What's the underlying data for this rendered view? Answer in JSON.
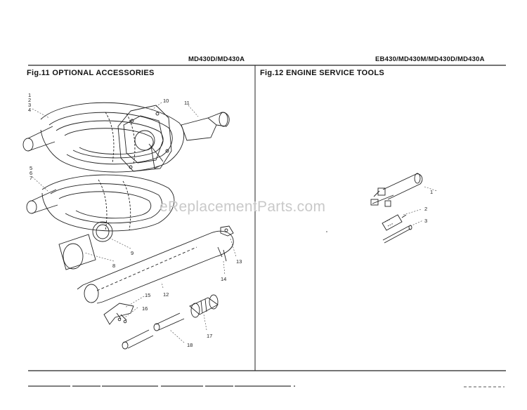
{
  "header": {
    "left_model": "MD430D/MD430A",
    "right_model": "EB430/MD430M/MD430D/MD430A"
  },
  "panels": {
    "left_title": "Fig.11 OPTIONAL ACCESSORIES",
    "right_title": "Fig.12 ENGINE SERVICE TOOLS"
  },
  "watermark": "eReplacementParts.com",
  "fig11_labels": {
    "l1": "1",
    "l2": "2",
    "l3": "3",
    "l4": "4",
    "l5": "5",
    "l6": "6",
    "l7": "7",
    "l8": "8",
    "l9": "9",
    "l10": "10",
    "l11": "11",
    "l12": "12",
    "l13": "13",
    "l14": "14",
    "l15": "15",
    "l16": "16",
    "l17": "17",
    "l18": "18"
  },
  "fig12_labels": {
    "l1": "1",
    "l2": "2",
    "l3": "3"
  }
}
